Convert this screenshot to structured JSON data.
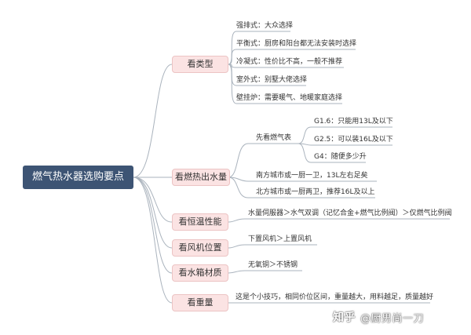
{
  "root": {
    "label": "燃气热水器选购要点"
  },
  "categories": [
    {
      "label": "看类型"
    },
    {
      "label": "看燃热出水量"
    },
    {
      "label": "看恒温性能"
    },
    {
      "label": "看风机位置"
    },
    {
      "label": "看水箱材质"
    },
    {
      "label": "看重量"
    }
  ],
  "type_items": [
    "强排式：大众选择",
    "平衡式：厨房和阳台都无法安装时选择",
    "冷凝式：性价比不高，一般不推荐",
    "室外式：别墅大佬选择",
    "壁挂炉：需要暖气、地暖家庭选择"
  ],
  "flow": {
    "meter_label": "先看燃气表",
    "meter_items": [
      "G1.6：只能用13L及以下",
      "G2.5：可以装16L及以下",
      "G4：随便多少升"
    ],
    "south": "南方城市或一厨一卫，13L左右足矣",
    "north": "北方城市或一厨两卫，推荐16L及以上"
  },
  "thermostat_item": "水量伺服器＞水气双调（记忆合金+燃气比例阀）＞仅燃气比例阀",
  "fan_item": "下置风机＞上置风机",
  "tank_item": "无氧铜＞不锈钢",
  "weight_item": "这是个小技巧，相同价位区间，重量越大，用料越足，质量越好",
  "watermark": {
    "logo": "知乎",
    "author": "@厨男尚一刀"
  },
  "colors": {
    "root": "#3d5474",
    "category_fill": "#fbe3e3",
    "category_border": "#ecc4c4",
    "line": "#aab3bd"
  }
}
